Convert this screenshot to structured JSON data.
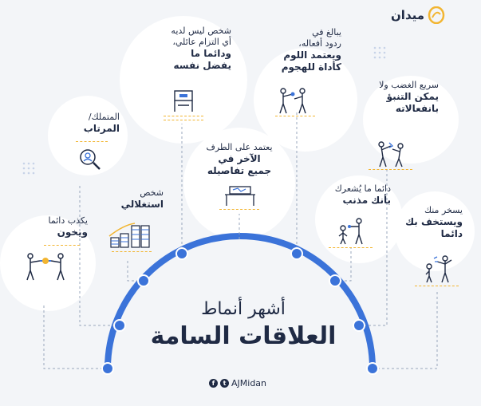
{
  "brand": {
    "name": "ميدان"
  },
  "title": {
    "line1": "أشهر أنماط",
    "line2": "العلاقات السامة"
  },
  "footer": {
    "handle": "AJMidan"
  },
  "items": [
    {
      "l1": "يكذب دائما",
      "l2": "ويخون",
      "icon": "tug-of-war-icon"
    },
    {
      "l1": "المتملك/",
      "l2": "المرتاب",
      "icon": "magnifier-person-icon"
    },
    {
      "l1": "شخص",
      "l2": "استغلالي",
      "icon": "money-stacks-icon"
    },
    {
      "l1": "شخص ليس لديه",
      "l1b": "أي التزام عائلي،",
      "l2": "ودائما ما",
      "l2b": "يفضل نفسه",
      "icon": "chair-icon"
    },
    {
      "l1": "يعتمد على الطرف",
      "l2": "الآخر في",
      "l2b": "جميع تفاصيله",
      "icon": "desk-icon"
    },
    {
      "l1": "يبالغ في",
      "l1b": "ردود أفعاله،",
      "l2": "ويعتمد اللوم",
      "l2b": "كأداة للهجوم",
      "icon": "fighting-people-icon"
    },
    {
      "l1": "سريع الغضب ولا",
      "l2": "يمكن التنبؤ",
      "l2b": "بانفعالاته",
      "icon": "angry-people-icon"
    },
    {
      "l1": "دائما ما يُشعرك",
      "l2": "بأنك مذنب",
      "icon": "blame-people-icon"
    },
    {
      "l1": "يسخر منك",
      "l2": "ويستخف بك",
      "l2b": "دائما",
      "icon": "mocking-people-icon"
    }
  ],
  "colors": {
    "arc": "#3b73d9",
    "dot": "#3b73d9",
    "dash": "#f2b531",
    "text": "#1f2a44"
  }
}
